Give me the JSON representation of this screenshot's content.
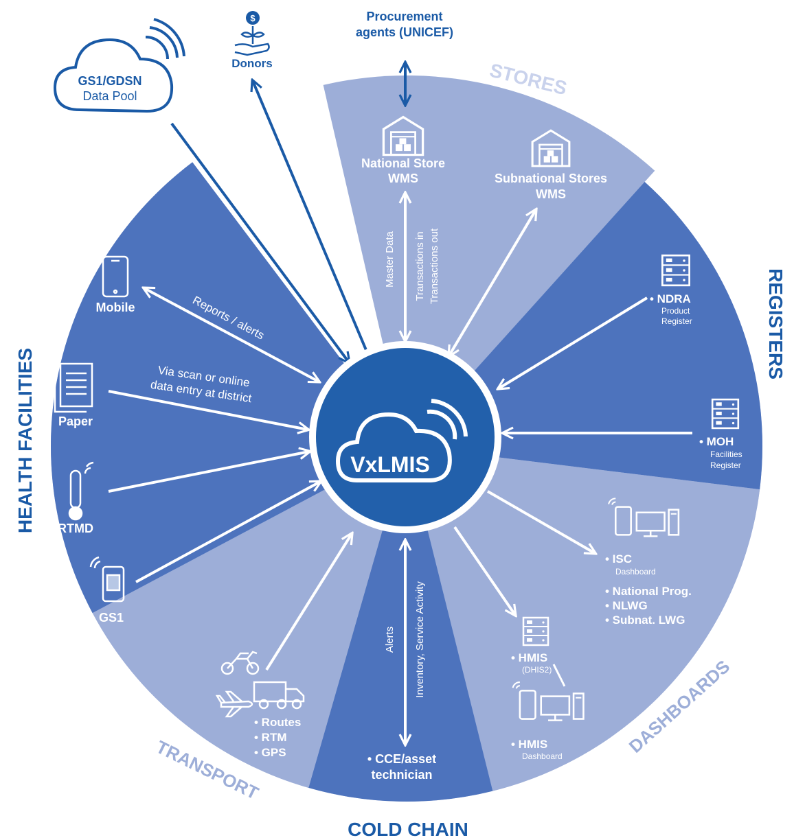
{
  "colors": {
    "dark_blue": "#1a5aa6",
    "mid_blue": "#4d73bd",
    "light_blue": "#9daed8",
    "center_blue": "#2260ab",
    "white": "#ffffff"
  },
  "center": {
    "label": "VxLMIS",
    "icon": "cloud-signal-icon"
  },
  "segments": {
    "stores": "STORES",
    "registers": "REGISTERS",
    "dashboards": "DASHBOARDS",
    "cold_chain": "COLD CHAIN",
    "transport": "TRANSPORT",
    "health_facilities": "HEALTH FACILITIES"
  },
  "external": {
    "gs1_pool_line1": "GS1/GDSN",
    "gs1_pool_line2": "Data Pool",
    "donors": "Donors",
    "procurement_line1": "Procurement",
    "procurement_line2": "agents (UNICEF)"
  },
  "stores": {
    "national_line1": "National Store",
    "national_line2": "WMS",
    "subnational_line1": "Subnational Stores",
    "subnational_line2": "WMS",
    "master_data": "Master Data",
    "transactions_in": "Transactions in",
    "transactions_out": "Transactions out"
  },
  "registers": {
    "ndra": "• NDRA",
    "ndra_sub1": "Product",
    "ndra_sub2": "Register",
    "moh": "• MOH",
    "moh_sub1": "Facilities",
    "moh_sub2": "Register"
  },
  "dashboards": {
    "isc": "• ISC",
    "isc_sub": "Dashboard",
    "national_prog": "• National Prog.",
    "nlwg": "• NLWG",
    "subnat_lwg": "• Subnat. LWG",
    "hmis": "• HMIS",
    "hmis_sub": "(DHIS2)",
    "hmis2": "• HMIS",
    "hmis2_sub": "Dashboard"
  },
  "cold_chain": {
    "alerts": "Alerts",
    "inventory": "Inventory, Service Activity",
    "cce_line1": "• CCE/asset",
    "cce_line2": "technician"
  },
  "transport": {
    "routes": "• Routes",
    "rtm": "• RTM",
    "gps": "• GPS"
  },
  "health": {
    "mobile": "Mobile",
    "paper": "Paper",
    "rtmd": "RTMD",
    "gs1": "GS1",
    "reports_alerts": "Reports / alerts",
    "via_scan_line1": "Via scan or online",
    "via_scan_line2": "data entry at district"
  }
}
